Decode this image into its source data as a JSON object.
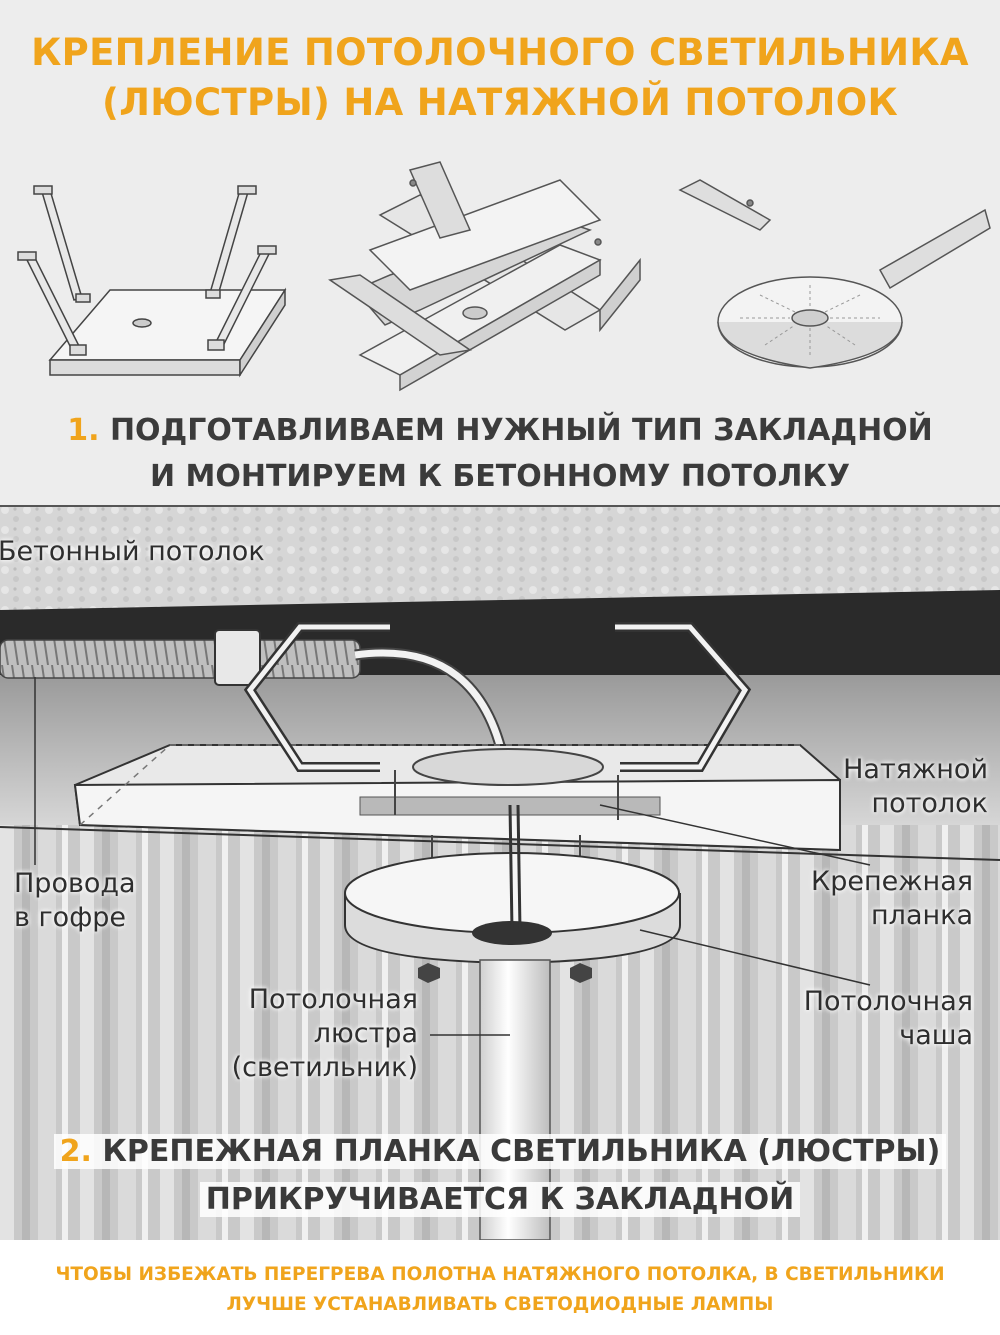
{
  "title": {
    "line1": "КРЕПЛЕНИЕ ПОТОЛОЧНОГО СВЕТИЛЬНИКА",
    "line2": "(ЛЮСТРЫ) НА НАТЯЖНОЙ ПОТОЛОК"
  },
  "step1": {
    "number": "1.",
    "line1": "ПОДГОТАВЛИВАЕМ НУЖНЫЙ ТИП ЗАКЛАДНОЙ",
    "line2": "И МОНТИРУЕМ К БЕТОННОМУ ПОТОЛКУ"
  },
  "labels": {
    "concrete": "Бетонный потолок",
    "stretch_1": "Натяжной",
    "stretch_2": "потолок",
    "wires_1": "Провода",
    "wires_2": "в гофре",
    "bracket_1": "Крепежная",
    "bracket_2": "планка",
    "chandelier_1": "Потолочная",
    "chandelier_2": "люстра",
    "chandelier_3": "(светильник)",
    "cup_1": "Потолочная",
    "cup_2": "чаша"
  },
  "step2": {
    "number": "2.",
    "line1": "КРЕПЕЖНАЯ ПЛАНКА СВЕТИЛЬНИКА (ЛЮСТРЫ)",
    "line2": "ПРИКРУЧИВАЕТСЯ К ЗАКЛАДНОЙ"
  },
  "footer": {
    "line1": "ЧТОБЫ ИЗБЕЖАТЬ ПЕРЕГРЕВА ПОЛОТНА НАТЯЖНОГО ПОТОЛКА, В СВЕТИЛЬНИКИ",
    "line2": "ЛУЧШЕ УСТАНАВЛИВАТЬ СВЕТОДИОДНЫЕ ЛАМПЫ"
  },
  "colors": {
    "accent": "#f0a41c",
    "text": "#3b3b3b"
  },
  "icons": [
    "square-mount-icon",
    "cross-mount-icon",
    "round-mount-icon"
  ]
}
